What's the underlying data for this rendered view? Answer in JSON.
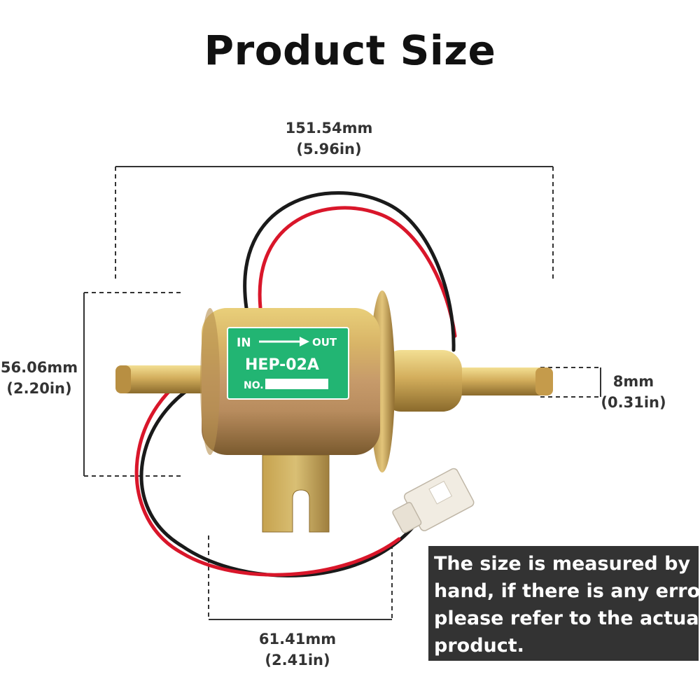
{
  "title": "Product Size",
  "dimensions": {
    "length": {
      "mm": "151.54mm",
      "in": "(5.96in)"
    },
    "height": {
      "mm": "56.06mm",
      "in": "(2.20in)"
    },
    "outlet": {
      "mm": "8mm",
      "in": "(0.31in)"
    },
    "width": {
      "mm": "61.41mm",
      "in": "(2.41in)"
    }
  },
  "label": {
    "flow_in": "IN",
    "flow_out": "OUT",
    "model": "HEP-02A",
    "number": "NO."
  },
  "note": {
    "lines": [
      "The size is measured by",
      "hand, if there is any error,",
      "please refer to the actual",
      "product."
    ]
  },
  "colors": {
    "label_green": "#22b573",
    "wire_red": "#d9162a",
    "wire_black": "#1a1a1a",
    "body_gold": "#c9a45a",
    "note_bg": "#333333"
  }
}
